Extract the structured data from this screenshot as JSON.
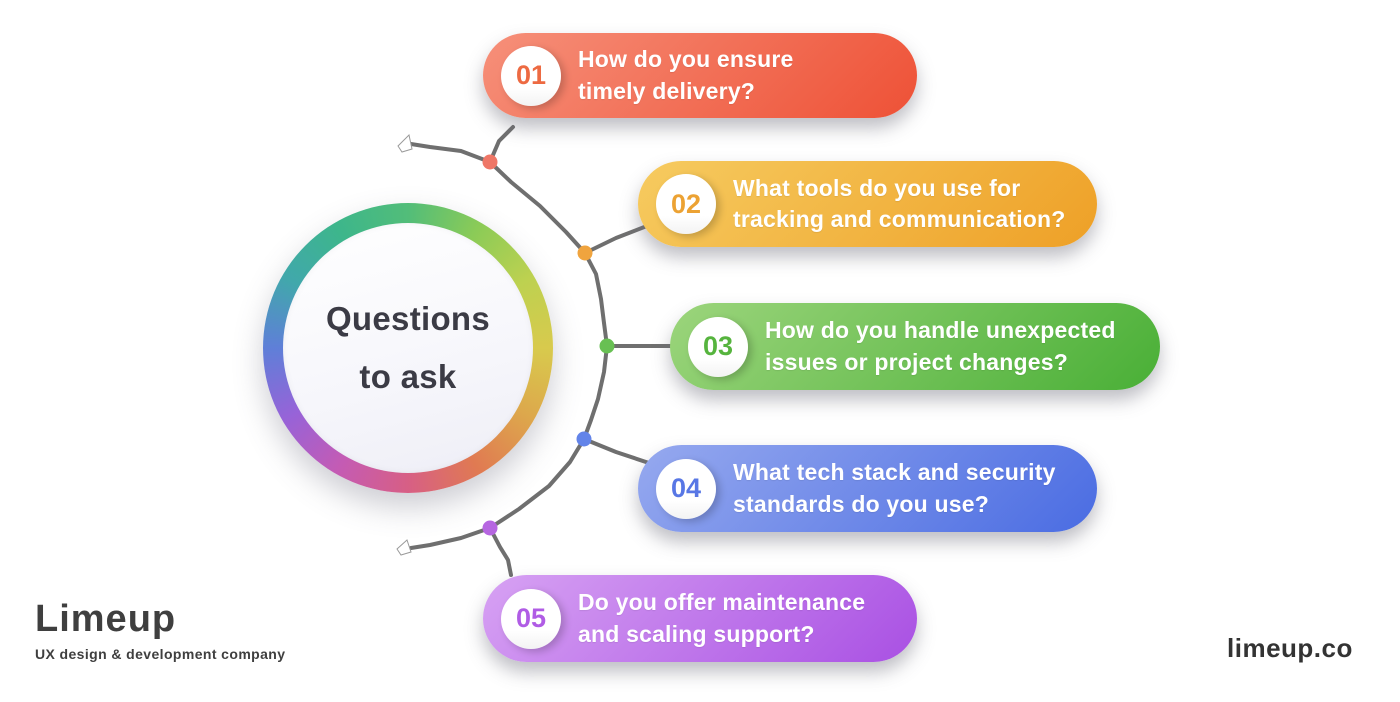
{
  "center": {
    "title": "Questions\nto ask",
    "ring_colors": [
      "#52bd79",
      "#8bcb57",
      "#bdd150",
      "#d8ca4d",
      "#dda74c",
      "#e07a52",
      "#d75f85",
      "#c45bb4",
      "#9763d8",
      "#5f7fd8",
      "#41a8ab",
      "#3db68b",
      "#52bd79"
    ]
  },
  "pills": [
    {
      "number": "01",
      "text": "How do you ensure\ntimely delivery?",
      "gradient_start": "#f6907a",
      "gradient_end": "#ee5136",
      "number_color": "#ed6a42",
      "dot_color": "#ef7767"
    },
    {
      "number": "02",
      "text": "What tools do you use for\ntracking and communication?",
      "gradient_start": "#f6cb60",
      "gradient_end": "#eea027",
      "number_color": "#eca233",
      "dot_color": "#f0a43e"
    },
    {
      "number": "03",
      "text": "How do you handle unexpected\nissues or project changes?",
      "gradient_start": "#9cd57c",
      "gradient_end": "#49af36",
      "number_color": "#56b43e",
      "dot_color": "#68c053"
    },
    {
      "number": "04",
      "text": "What tech stack and security\nstandards do you use?",
      "gradient_start": "#96a9ef",
      "gradient_end": "#4a6ce2",
      "number_color": "#5877e5",
      "dot_color": "#6384e9"
    },
    {
      "number": "05",
      "text": "Do you offer maintenance\nand scaling support?",
      "gradient_start": "#d7a2f3",
      "gradient_end": "#a950e3",
      "number_color": "#b05ce5",
      "dot_color": "#b666e1"
    }
  ],
  "connectors": {
    "line_color": "#6f6f6f"
  },
  "footer": {
    "logo": "Limeup",
    "tagline": "UX design & development company",
    "website": "limeup.co"
  }
}
